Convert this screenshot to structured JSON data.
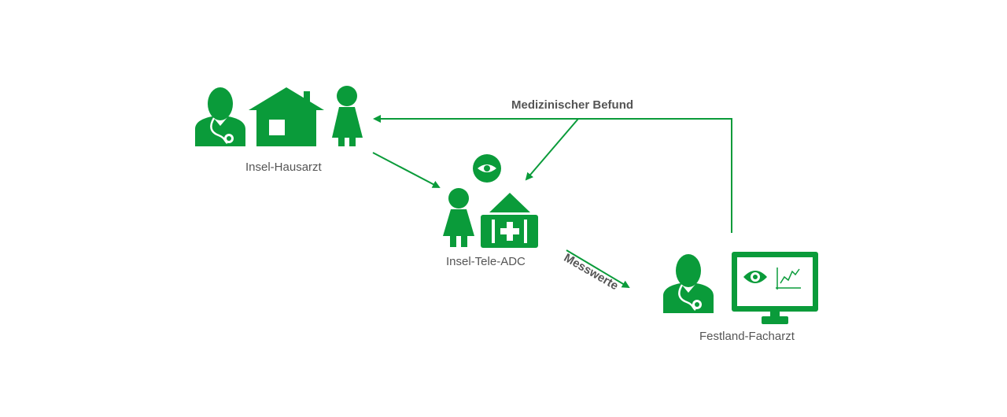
{
  "colors": {
    "accent": "#0a9b3a",
    "text": "#555555"
  },
  "nodes": {
    "hausarzt": {
      "label": "Insel-Hausarzt",
      "icons": [
        "doctor-icon",
        "house-icon",
        "patient-female-icon"
      ]
    },
    "tele_adc": {
      "label": "Insel-Tele-ADC",
      "icons": [
        "eye-icon",
        "patient-female-icon",
        "medical-bag-icon"
      ]
    },
    "facharzt": {
      "label": "Festland-Facharzt",
      "icons": [
        "doctor-icon",
        "monitor-icon",
        "eye-icon",
        "line-chart-icon"
      ]
    }
  },
  "edges": {
    "befund": {
      "label": "Medizinischer Befund"
    },
    "messwerte": {
      "label": "Messwerte"
    }
  }
}
